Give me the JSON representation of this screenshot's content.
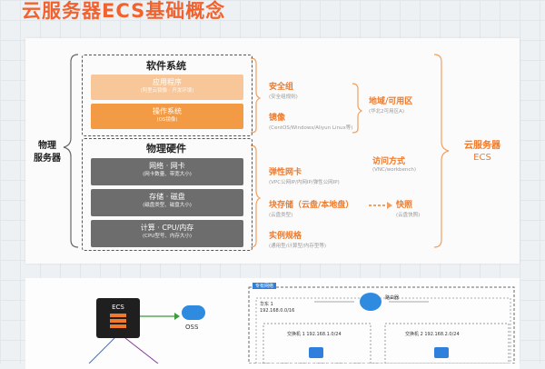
{
  "title": "云服务器ECS基础概念",
  "software": {
    "title": "软件系统",
    "app": {
      "name": "应用程序",
      "desc": "(阿里云镜像 · 开发环境)"
    },
    "os": {
      "name": "操作系统",
      "desc": "(OS镜像)"
    }
  },
  "hardware": {
    "title": "物理硬件",
    "network": {
      "name": "网络 · 网卡",
      "desc": "(网卡数量、带宽大小)"
    },
    "storage": {
      "name": "存储 · 磁盘",
      "desc": "(磁盘类型、磁盘大小)"
    },
    "compute": {
      "name": "计算 · CPU/内存",
      "desc": "(CPU型号、内存大小)"
    }
  },
  "physical_server": {
    "line1": "物理",
    "line2": "服务器"
  },
  "features": {
    "security_group": {
      "name": "安全组",
      "desc": "(安全组规则)"
    },
    "image": {
      "name": "镜像",
      "desc": "(CentOS/Windows/Aliyun Linux等)"
    },
    "eni": {
      "name": "弹性网卡",
      "desc": "(VPC公网IP/内网IP/弹性公网IP)"
    },
    "block_storage": {
      "name": "块存储（云盘/本地盘）",
      "desc": "(云盘类型)"
    },
    "snapshot": {
      "name": "快照",
      "desc": "(云盘快照)"
    },
    "instance_spec": {
      "name": "实例规格",
      "desc": "(通用型/计算型/内存型等)"
    },
    "region_zone": {
      "name": "地域/可用区",
      "desc": "(华北2可用区A)"
    },
    "access": {
      "name": "访问方式",
      "desc": "(VNC/workbench)"
    }
  },
  "ecs": {
    "line1": "云服务器",
    "line2": "ECS"
  },
  "lower": {
    "ecs_box": "ECS",
    "oss": "OSS",
    "region_tag": "专有网络",
    "zone": "华东 1",
    "cidr": "192.168.0.0/16",
    "router": "路由器",
    "switch1": "交换机 1 192.168.1.0/24",
    "switch2": "交换机 2 192.168.2.0/24"
  },
  "colors": {
    "accent": "#ef7a2a",
    "title": "#f2622e",
    "hardware_block": "#6d6d6d"
  }
}
